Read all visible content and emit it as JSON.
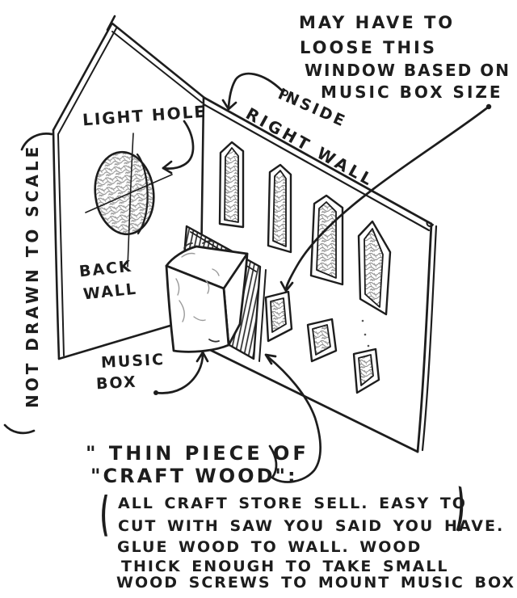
{
  "drawing": {
    "ink": "#1d1d1d",
    "paper": "#ffffff",
    "pencil_shade": "#8f8f8f"
  },
  "labels": {
    "top_note": {
      "line1": "MAY HAVE TO",
      "line2": "LOOSE THIS",
      "line3": "WINDOW BASED ON",
      "line4": "MUSIC BOX SIZE"
    },
    "wall_tag": {
      "line1": "INSIDE",
      "line2": "RIGHT WALL"
    },
    "light_hole": "LIGHT HOLE",
    "back_wall": {
      "line1": "BACK",
      "line2": "WALL"
    },
    "scale_note": "NOT DRAWN TO SCALE",
    "music_box": {
      "line1": "MUSIC",
      "line2": "BOX"
    },
    "bottom_note": {
      "line1": "\" THIN PIECE OF",
      "line2": "\"CRAFT WOOD\":",
      "paren_open": "(",
      "line3": "ALL CRAFT STORE SELL. EASY TO",
      "line4": "CUT WITH SAW YOU SAID YOU HAVE.",
      "paren_close": ")",
      "line5": "GLUE WOOD TO WALL.  WOOD",
      "line6": "THICK ENOUGH TO TAKE SMALL",
      "line7": "WOOD SCREWS TO MOUNT MUSIC BOX"
    }
  }
}
